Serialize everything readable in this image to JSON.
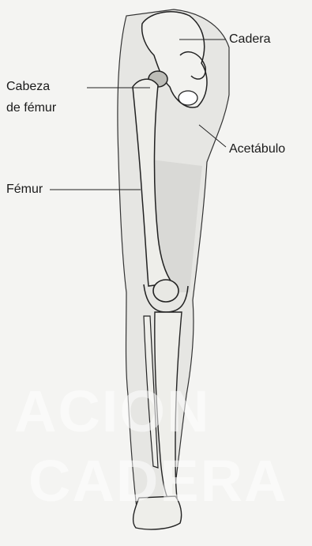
{
  "labels": {
    "cadera": "Cadera",
    "cabeza_line1": "Cabeza",
    "cabeza_line2": "de fémur",
    "acetabulo": "Acetábulo",
    "femur": "Fémur"
  },
  "watermark": {
    "line1": "ACION",
    "line2": "CADERA"
  },
  "colors": {
    "paper": "#f4f4f2",
    "ink": "#1a1a1a",
    "shade": "#d9d9d6",
    "watermark": "#ffffff"
  }
}
